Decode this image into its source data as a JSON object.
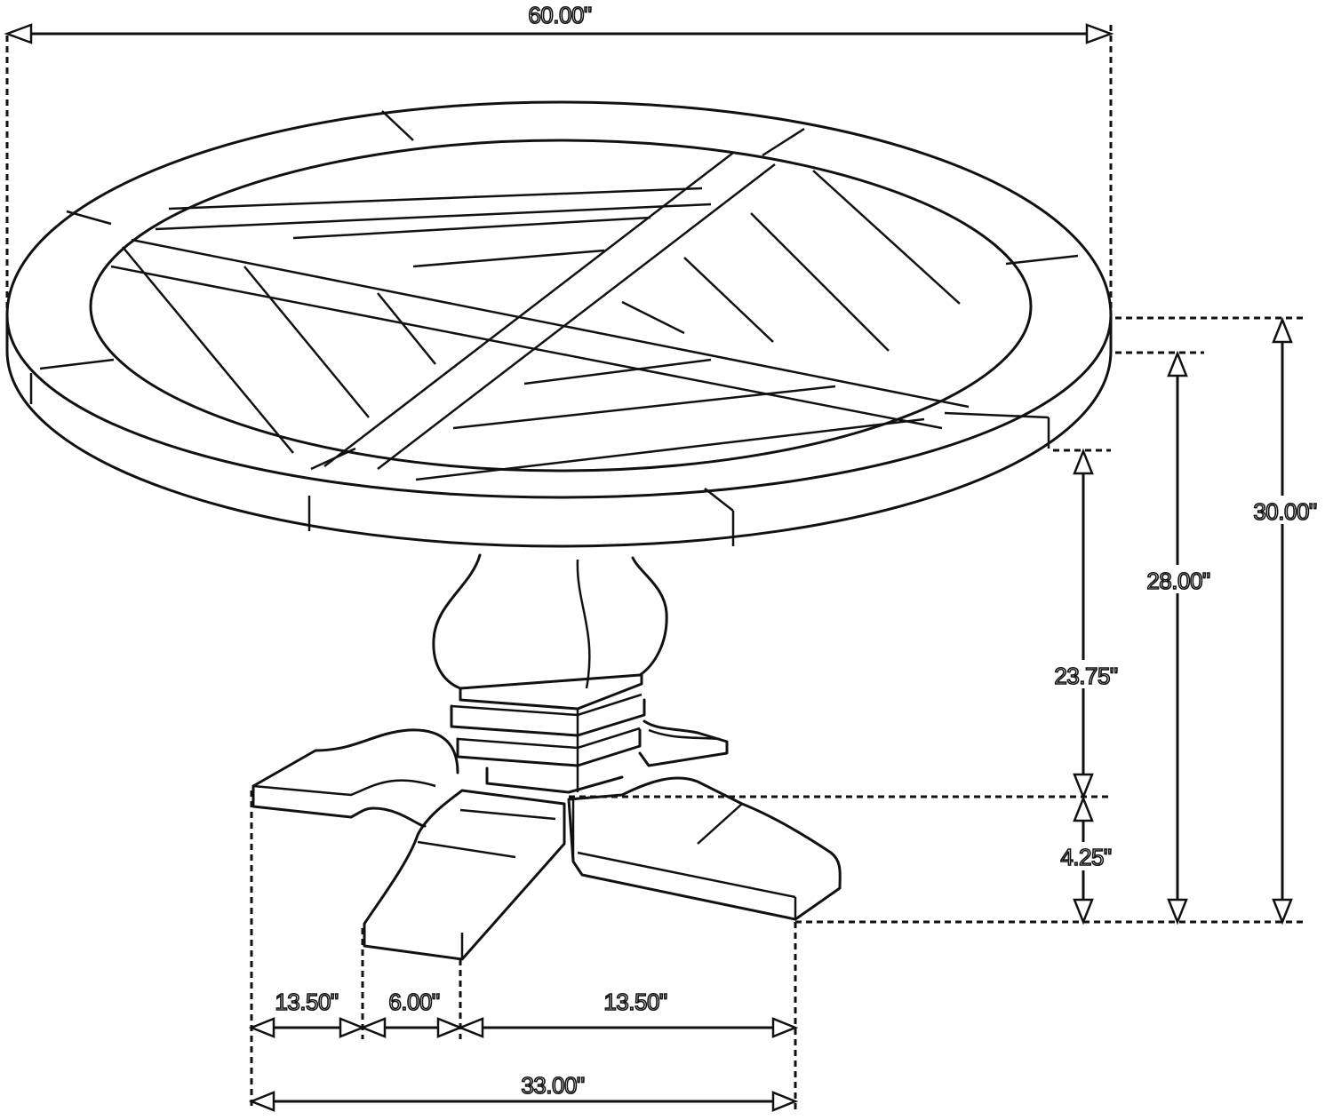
{
  "dimensions": {
    "top_width": "60.00\"",
    "total_height": "30.00\"",
    "apron_height": "28.00\"",
    "pedestal_height": "23.75\"",
    "base_height": "4.25\"",
    "base_left": "13.50\"",
    "base_center": "6.00\"",
    "base_right": "13.50\"",
    "base_width": "33.00\""
  }
}
